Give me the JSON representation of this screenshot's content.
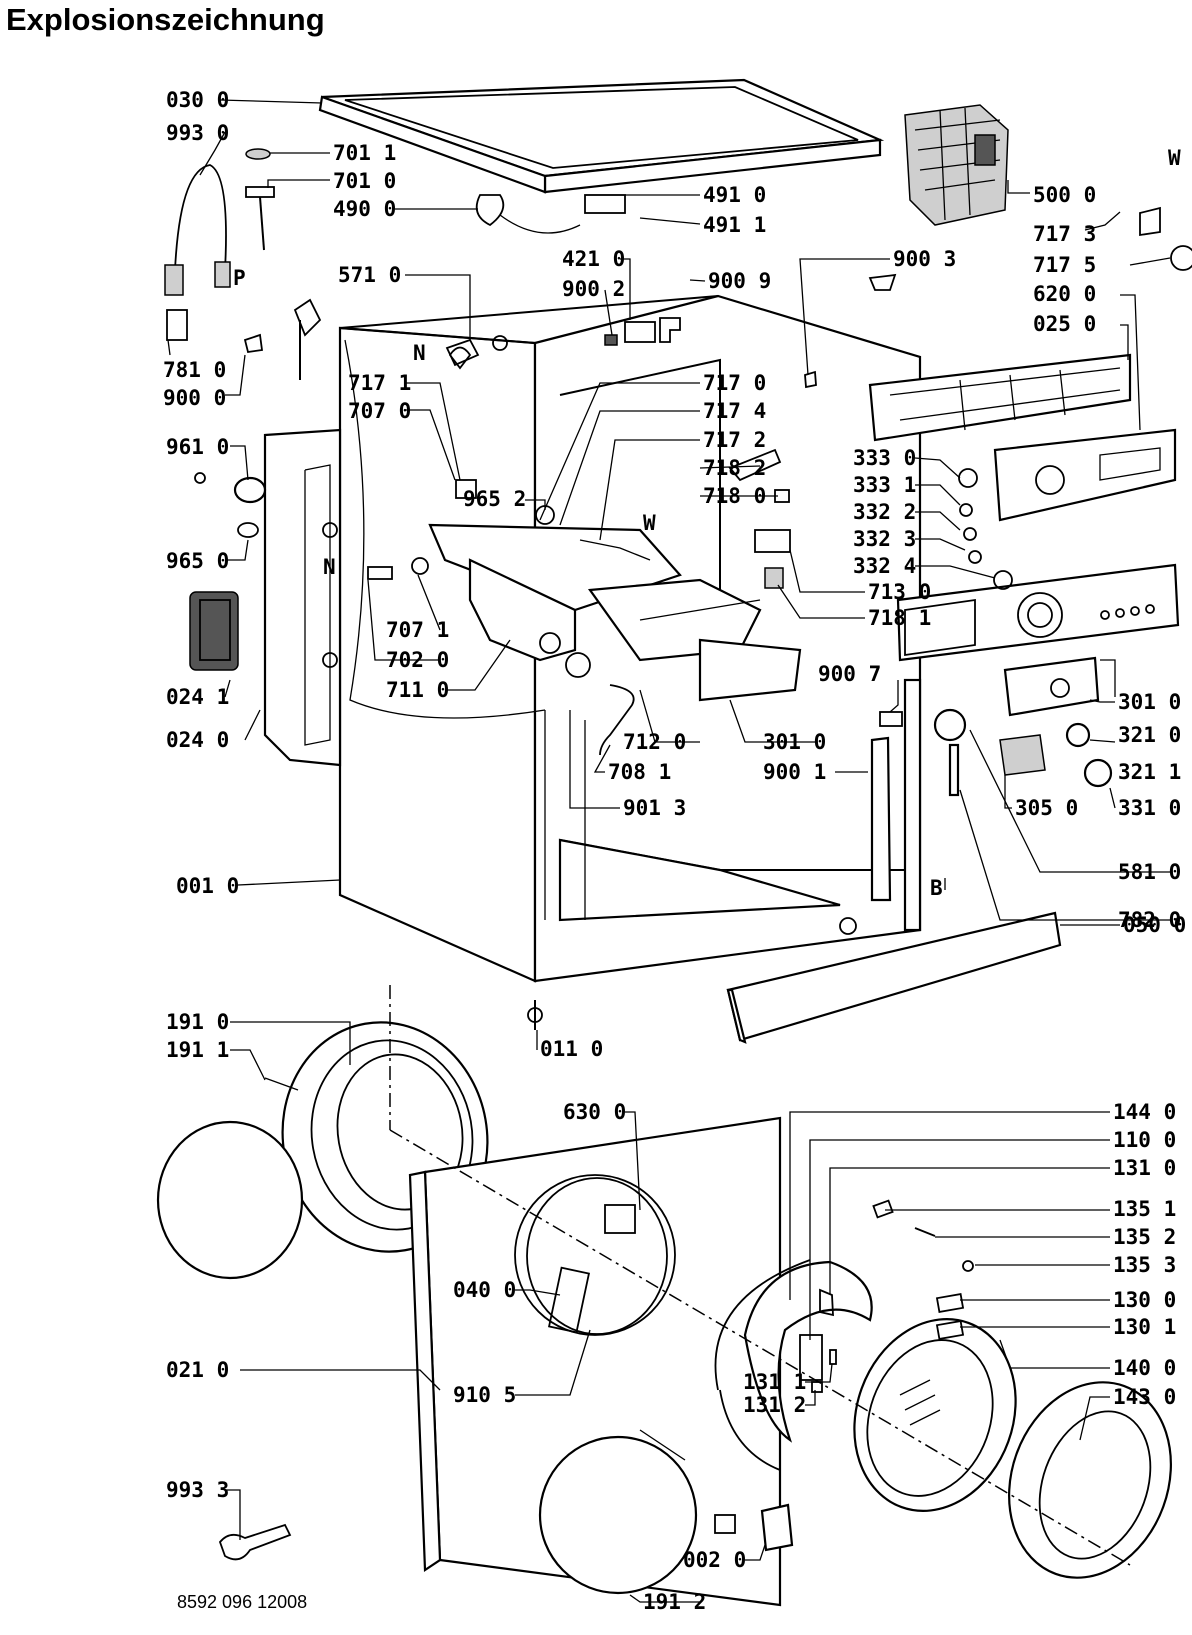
{
  "title": "Explosionszeichnung",
  "document_number": "8592 096 12008",
  "markers": {
    "W": "W",
    "N": "N",
    "P": "P",
    "B": "B"
  },
  "parts": [
    {
      "id": "030 0"
    },
    {
      "id": "993 0"
    },
    {
      "id": "701 1"
    },
    {
      "id": "701 0"
    },
    {
      "id": "490 0"
    },
    {
      "id": "491 0"
    },
    {
      "id": "491 1"
    },
    {
      "id": "500 0"
    },
    {
      "id": "717 3"
    },
    {
      "id": "717 5"
    },
    {
      "id": "620 0"
    },
    {
      "id": "025 0"
    },
    {
      "id": "571 0"
    },
    {
      "id": "421 0"
    },
    {
      "id": "900 2"
    },
    {
      "id": "900 9"
    },
    {
      "id": "900 3"
    },
    {
      "id": "781 0"
    },
    {
      "id": "900 0"
    },
    {
      "id": "717 1"
    },
    {
      "id": "707 0"
    },
    {
      "id": "717 0"
    },
    {
      "id": "717 4"
    },
    {
      "id": "717 2"
    },
    {
      "id": "718 2"
    },
    {
      "id": "718 0"
    },
    {
      "id": "961 0"
    },
    {
      "id": "965 2"
    },
    {
      "id": "965 0"
    },
    {
      "id": "333 0"
    },
    {
      "id": "333 1"
    },
    {
      "id": "332 2"
    },
    {
      "id": "332 3"
    },
    {
      "id": "332 4"
    },
    {
      "id": "713 0"
    },
    {
      "id": "718 1"
    },
    {
      "id": "707 1"
    },
    {
      "id": "702 0"
    },
    {
      "id": "711 0"
    },
    {
      "id": "024 1"
    },
    {
      "id": "024 0"
    },
    {
      "id": "900 7"
    },
    {
      "id": "301 0"
    },
    {
      "id": "321 0"
    },
    {
      "id": "321 1"
    },
    {
      "id": "712 0"
    },
    {
      "id": "708 1"
    },
    {
      "id": "301 0"
    },
    {
      "id": "900 1"
    },
    {
      "id": "305 0"
    },
    {
      "id": "331 0"
    },
    {
      "id": "901 3"
    },
    {
      "id": "581 0"
    },
    {
      "id": "001 0"
    },
    {
      "id": "782 0"
    },
    {
      "id": "050 0"
    },
    {
      "id": "191 0"
    },
    {
      "id": "191 1"
    },
    {
      "id": "011 0"
    },
    {
      "id": "630 0"
    },
    {
      "id": "144 0"
    },
    {
      "id": "110 0"
    },
    {
      "id": "131 0"
    },
    {
      "id": "135 1"
    },
    {
      "id": "135 2"
    },
    {
      "id": "135 3"
    },
    {
      "id": "040 0"
    },
    {
      "id": "130 0"
    },
    {
      "id": "130 1"
    },
    {
      "id": "021 0"
    },
    {
      "id": "910 5"
    },
    {
      "id": "131 1"
    },
    {
      "id": "131 2"
    },
    {
      "id": "140 0"
    },
    {
      "id": "143 0"
    },
    {
      "id": "993 3"
    },
    {
      "id": "002 0"
    },
    {
      "id": "191 2"
    }
  ]
}
